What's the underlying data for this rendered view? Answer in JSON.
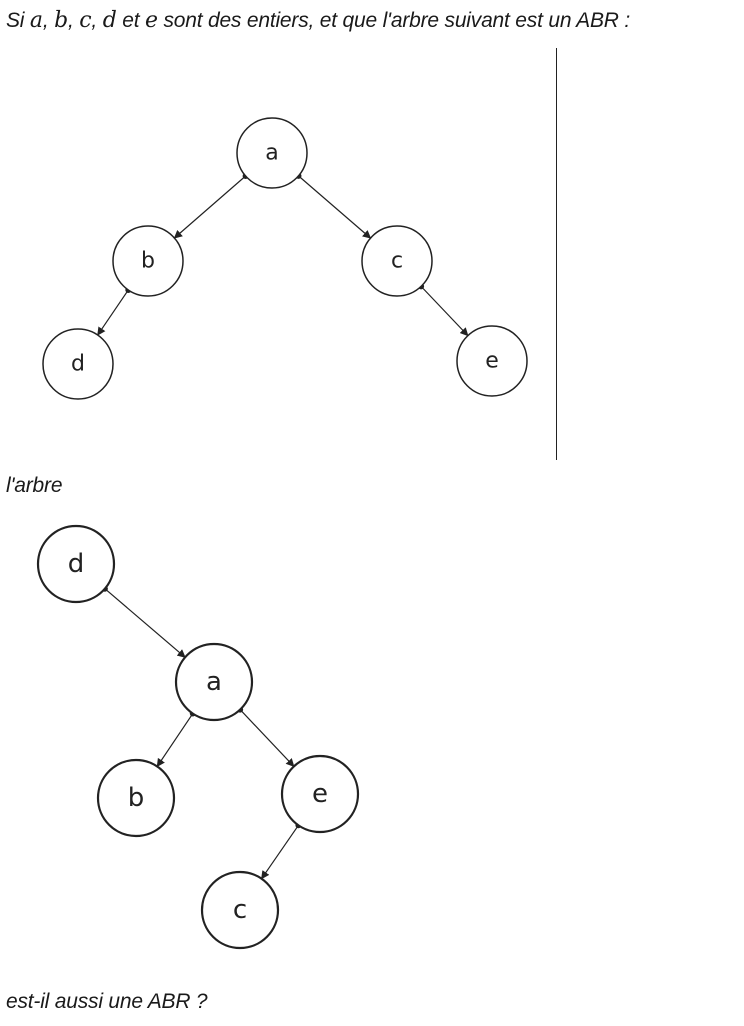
{
  "intro": {
    "prefix": "Si ",
    "vars": [
      "a",
      "b",
      "c",
      "d",
      "e"
    ],
    "sep": ", ",
    "et": " et ",
    "suffix": " sont des entiers, et que l'arbre suivant est un ABR :"
  },
  "middle_text": "l'arbre",
  "question_text": "est-il aussi une ABR ?",
  "tree1": {
    "nodes": [
      {
        "id": "a",
        "label": "a"
      },
      {
        "id": "b",
        "label": "b"
      },
      {
        "id": "c",
        "label": "c"
      },
      {
        "id": "d",
        "label": "d"
      },
      {
        "id": "e",
        "label": "e"
      }
    ],
    "edges": [
      [
        "a",
        "b"
      ],
      [
        "a",
        "c"
      ],
      [
        "b",
        "d"
      ],
      [
        "c",
        "e"
      ]
    ]
  },
  "tree2": {
    "nodes": [
      {
        "id": "d",
        "label": "d"
      },
      {
        "id": "a",
        "label": "a"
      },
      {
        "id": "b",
        "label": "b"
      },
      {
        "id": "e",
        "label": "e"
      },
      {
        "id": "c",
        "label": "c"
      }
    ],
    "edges": [
      [
        "d",
        "a"
      ],
      [
        "a",
        "b"
      ],
      [
        "a",
        "e"
      ],
      [
        "e",
        "c"
      ]
    ]
  }
}
